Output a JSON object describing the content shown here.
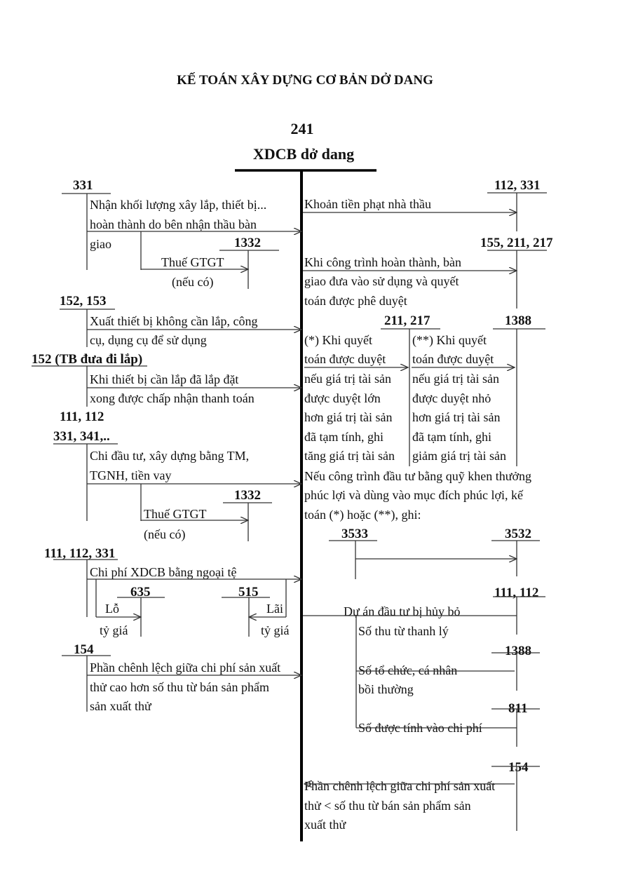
{
  "title": "KẾ TOÁN XÂY DỰNG CƠ BẢN DỞ DANG",
  "main_account": {
    "number": "241",
    "name": "XDCB dở dang"
  },
  "left": {
    "e1": {
      "account": "331",
      "lines": [
        "Nhận khối lượng xây lắp, thiết bị...",
        "hoàn thành do bên nhận thầu bàn",
        "giao"
      ],
      "vat_account": "1332",
      "vat_label": "Thuế GTGT",
      "vat_note": "(nếu có)"
    },
    "e2": {
      "account": "152, 153",
      "lines": [
        "Xuất thiết bị không cần lắp, công",
        "cụ, dụng cụ để sử dụng"
      ]
    },
    "e3": {
      "account": "152 (TB đưa đi lắp)",
      "lines": [
        "Khi thiết bị cần lắp đã lắp đặt",
        "xong được chấp nhận thanh toán"
      ]
    },
    "e4": {
      "account_top": "111, 112",
      "account": "331, 341,..",
      "lines": [
        "Chi đầu tư, xây dựng bằng TM,",
        "TGNH, tiền vay"
      ],
      "vat_account": "1332",
      "vat_label": "Thuế GTGT",
      "vat_note": "(nếu có)"
    },
    "e5": {
      "account": "111, 112, 331",
      "lines": [
        "Chi phí XDCB bằng ngoại tệ"
      ],
      "loss_account": "635",
      "loss_label": "Lỗ",
      "loss_note": "tỷ giá",
      "gain_account": "515",
      "gain_label": "Lãi",
      "gain_note": "tỷ giá"
    },
    "e6": {
      "account": "154",
      "lines": [
        "Phần chênh lệch giữa chi phí sản xuất",
        "thử cao hơn số thu từ bán sản phẩm",
        "sản xuất thử"
      ]
    }
  },
  "right": {
    "r1": {
      "account": "112, 331",
      "lines": [
        "Khoản tiền phạt nhà thầu"
      ]
    },
    "r2": {
      "account": "155, 211, 217",
      "lines": [
        "Khi công trình hoàn thành, bàn",
        "giao đưa vào sử dụng và quyết",
        "toán được phê duyệt"
      ]
    },
    "r3": {
      "account_a": "211, 217",
      "account_b": "1388",
      "col_a": [
        "(*) Khi quyết",
        "toán được duyệt",
        "nếu giá trị tài sản",
        "được duyệt lớn",
        "hơn giá trị tài sản",
        "đã tạm tính, ghi",
        "tăng giá trị tài sản"
      ],
      "col_b": [
        "(**) Khi quyết",
        "toán được duyệt",
        "nếu giá trị tài sản",
        "được duyệt nhỏ",
        "hơn giá trị tài sản",
        "đã tạm tính, ghi",
        "giảm giá trị tài sản"
      ]
    },
    "r4": {
      "lines": [
        "Nếu công trình đầu tư bằng quỹ khen thưởng",
        "phúc lợi và dùng vào mục đích phúc lợi, kế",
        "toán (*) hoặc (**), ghi:"
      ],
      "account_from": "3533",
      "account_to": "3532"
    },
    "r5": {
      "account": "111, 112",
      "label": "Dự án đầu tư bị hủy bỏ",
      "sub1": "Số thu từ thanh lý",
      "account2": "1388",
      "sub2": [
        "Số tổ chức, cá nhân",
        "bồi thường"
      ],
      "account3": "811",
      "sub3": "Số được tính vào chi phí"
    },
    "r6": {
      "account": "154",
      "lines": [
        "Phần chênh lệch giữa chi phí sản xuất",
        "thử < số thu từ bán sản phẩm sản",
        "xuất thử"
      ]
    }
  }
}
